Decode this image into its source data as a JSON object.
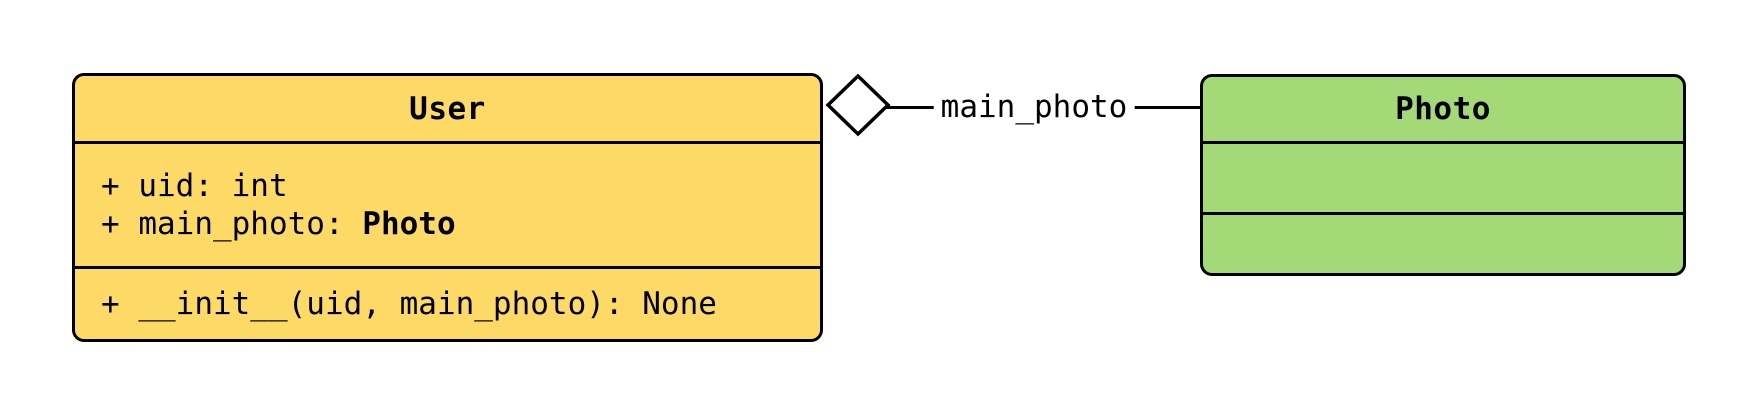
{
  "diagram_type": "uml-class-diagram",
  "colors": {
    "user_fill": "#FCDA65",
    "photo_fill": "#A3D977",
    "stroke": "#000000",
    "background": "#ffffff"
  },
  "user_class": {
    "title": "User",
    "attributes": {
      "line1": "+ uid: int",
      "line2_prefix": "+ main_photo: ",
      "line2_type": "Photo"
    },
    "methods": {
      "line1": "+ __init__(uid, main_photo): None"
    }
  },
  "photo_class": {
    "title": "Photo",
    "attributes": {},
    "methods": {}
  },
  "relationship": {
    "type": "aggregation",
    "diamond_icon": "hollow-diamond",
    "label": "main_photo",
    "from": "User",
    "to": "Photo"
  }
}
